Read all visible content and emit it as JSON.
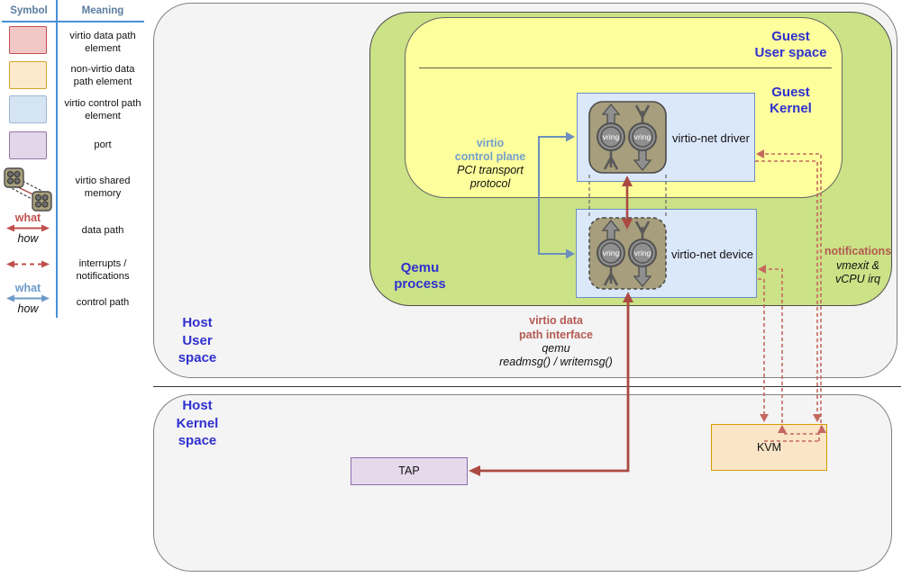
{
  "colors": {
    "host_space_fill": "#f4f4f4",
    "qemu_green_fill": "#cbe287",
    "guest_yellow_fill": "#fdff9c",
    "virtio_control_fill": "#dbe8fa",
    "virtio_control_stroke": "#6c8ebf",
    "virtio_data_fill": "#f2c8c7",
    "virtio_data_stroke": "#c0504d",
    "non_virtio_fill": "#fdeacd",
    "non_virtio_stroke": "#d79b00",
    "port_fill": "#e6d9ec",
    "port_stroke": "#8c6bad",
    "shared_memory_fill": "#a69e7c",
    "data_path_red": "#ab4a42",
    "notification_red_dashed": "#c4685f",
    "control_path_blue": "#6c8ebf",
    "title_blue": "#3030d0"
  },
  "legend": {
    "symbol_header": "Symbol",
    "meaning_header": "Meaning",
    "rows": [
      {
        "meaning": "virtio data path\nelement"
      },
      {
        "meaning": "non-virtio data\npath element"
      },
      {
        "meaning": "virtio control path\nelement"
      },
      {
        "meaning": "port"
      },
      {
        "meaning": "virtio shared\nmemory"
      },
      {
        "meaning": "data path",
        "what": "what",
        "how": "how"
      },
      {
        "meaning": "interrupts /\nnotifications"
      },
      {
        "meaning": "control path",
        "what": "what",
        "how": "how"
      }
    ]
  },
  "diagram": {
    "host_user_space": "Host\nUser\nspace",
    "host_kernel_space": "Host\nKernel\nspace",
    "qemu_process": "Qemu\nprocess",
    "guest_user_space": "Guest\nUser space",
    "guest_kernel": "Guest\nKernel",
    "virtio_net_driver": "virtio-net driver",
    "virtio_net_device": "virtio-net device",
    "vring": "vring",
    "tap": "TAP",
    "kvm": "KVM",
    "control_plane_title": "virtio\ncontrol plane",
    "control_plane_sub": "PCI transport\nprotocol",
    "data_path_title": "virtio data\npath interface",
    "data_path_sub": "qemu\nreadmsg() / writemsg()",
    "notifications_title": "notifications",
    "notifications_sub": "vmexit &\nvCPU irq"
  }
}
